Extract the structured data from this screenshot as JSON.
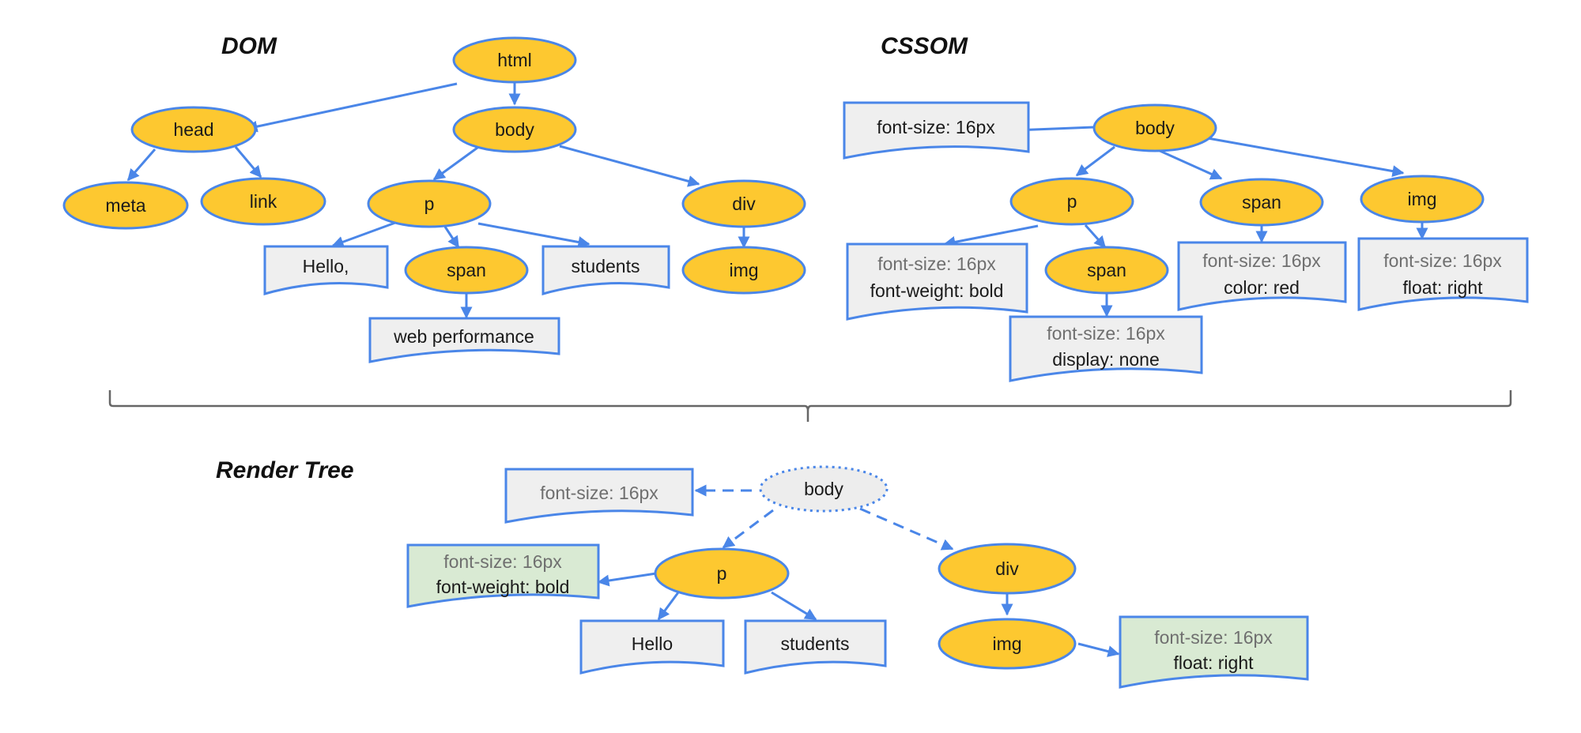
{
  "sections": {
    "dom": "DOM",
    "cssom": "CSSOM",
    "render_tree": "Render Tree"
  },
  "dom": {
    "nodes": [
      {
        "id": "html",
        "label": "html"
      },
      {
        "id": "head",
        "label": "head"
      },
      {
        "id": "body",
        "label": "body"
      },
      {
        "id": "meta",
        "label": "meta"
      },
      {
        "id": "link",
        "label": "link"
      },
      {
        "id": "p",
        "label": "p"
      },
      {
        "id": "div",
        "label": "div"
      },
      {
        "id": "span",
        "label": "span"
      },
      {
        "id": "img",
        "label": "img"
      }
    ],
    "text_nodes": [
      {
        "id": "hello",
        "label": "Hello,"
      },
      {
        "id": "students",
        "label": "students"
      },
      {
        "id": "web_performance",
        "label": "web performance"
      }
    ],
    "edges": [
      [
        "html",
        "head"
      ],
      [
        "html",
        "body"
      ],
      [
        "head",
        "meta"
      ],
      [
        "head",
        "link"
      ],
      [
        "body",
        "p"
      ],
      [
        "body",
        "div"
      ],
      [
        "p",
        "hello"
      ],
      [
        "p",
        "span"
      ],
      [
        "p",
        "students"
      ],
      [
        "span",
        "web_performance"
      ],
      [
        "div",
        "img"
      ]
    ]
  },
  "cssom": {
    "nodes": [
      {
        "id": "body",
        "label": "body"
      },
      {
        "id": "p",
        "label": "p"
      },
      {
        "id": "span_top",
        "label": "span"
      },
      {
        "id": "img",
        "label": "img"
      },
      {
        "id": "span_nested",
        "label": "span"
      }
    ],
    "style_boxes": [
      {
        "id": "body_styles",
        "lines": [
          {
            "text": "font-size: 16px",
            "inherited": false
          }
        ]
      },
      {
        "id": "p_styles",
        "lines": [
          {
            "text": "font-size: 16px",
            "inherited": true
          },
          {
            "text": "font-weight: bold",
            "inherited": false
          }
        ]
      },
      {
        "id": "span_nested_styles",
        "lines": [
          {
            "text": "font-size: 16px",
            "inherited": true
          },
          {
            "text": "display: none",
            "inherited": false
          }
        ]
      },
      {
        "id": "span_top_styles",
        "lines": [
          {
            "text": "font-size: 16px",
            "inherited": true
          },
          {
            "text": "color: red",
            "inherited": false
          }
        ]
      },
      {
        "id": "img_styles",
        "lines": [
          {
            "text": "font-size: 16px",
            "inherited": true
          },
          {
            "text": "float: right",
            "inherited": false
          }
        ]
      }
    ],
    "edges": [
      [
        "body",
        "body_styles"
      ],
      [
        "body",
        "p"
      ],
      [
        "body",
        "span_top"
      ],
      [
        "body",
        "img"
      ],
      [
        "p",
        "p_styles"
      ],
      [
        "p",
        "span_nested"
      ],
      [
        "span_nested",
        "span_nested_styles"
      ],
      [
        "span_top",
        "span_top_styles"
      ],
      [
        "img",
        "img_styles"
      ]
    ]
  },
  "render_tree": {
    "nodes": [
      {
        "id": "body",
        "label": "body",
        "style": "not-rendered"
      },
      {
        "id": "p",
        "label": "p"
      },
      {
        "id": "div",
        "label": "div"
      },
      {
        "id": "img",
        "label": "img"
      }
    ],
    "text_nodes": [
      {
        "id": "hello",
        "label": "Hello"
      },
      {
        "id": "students",
        "label": "students"
      }
    ],
    "style_boxes": [
      {
        "id": "body_styles",
        "lines": [
          {
            "text": "font-size: 16px",
            "inherited": true
          }
        ]
      },
      {
        "id": "p_styles",
        "lines": [
          {
            "text": "font-size: 16px",
            "inherited": true
          },
          {
            "text": "font-weight: bold",
            "inherited": false
          }
        ]
      },
      {
        "id": "img_styles",
        "lines": [
          {
            "text": "font-size: 16px",
            "inherited": true
          },
          {
            "text": "float: right",
            "inherited": false
          }
        ]
      }
    ],
    "edges": [
      [
        "body",
        "body_styles",
        "dashed"
      ],
      [
        "body",
        "p",
        "dashed"
      ],
      [
        "body",
        "div",
        "dashed"
      ],
      [
        "p",
        "p_styles",
        "solid"
      ],
      [
        "p",
        "hello",
        "solid"
      ],
      [
        "p",
        "students",
        "solid"
      ],
      [
        "div",
        "img",
        "solid"
      ],
      [
        "img",
        "img_styles",
        "solid"
      ]
    ]
  },
  "colors": {
    "node_fill": "#fdc830",
    "edge": "#4a86e8",
    "box_fill": "#efefef",
    "applied_box_fill": "#d9ead3",
    "inherited_text": "#6f6f6f"
  }
}
